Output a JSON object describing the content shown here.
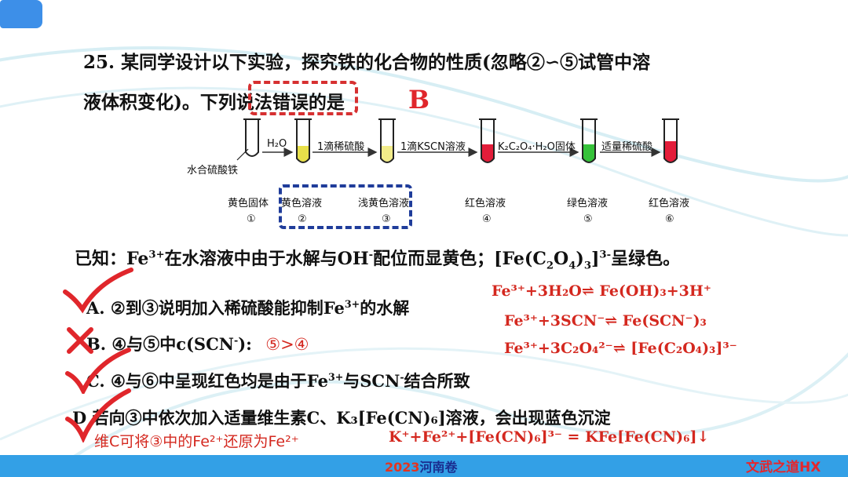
{
  "question": {
    "line1": "25. 某同学设计以下实验，探究铁的化合物的性质(忽略②∽⑤试管中溶",
    "line2": "液体积变化)。下列说法错误的是",
    "answer": "B"
  },
  "diagram": {
    "start_label": "水合硫酸铁",
    "arrows": [
      "H₂O",
      "1滴稀硫酸",
      "1滴KSCN溶液",
      "K₂C₂O₄·H₂O固体",
      "适量稀硫酸"
    ],
    "tubes": [
      {
        "color_label": "黄色固体",
        "num": "①",
        "fill": "none"
      },
      {
        "color_label": "黄色溶液",
        "num": "②",
        "fill": "#e8e04a"
      },
      {
        "color_label": "浅黄色溶液",
        "num": "③",
        "fill": "#f2ec8a"
      },
      {
        "color_label": "红色溶液",
        "num": "④",
        "fill": "#e31d3a"
      },
      {
        "color_label": "绿色溶液",
        "num": "⑤",
        "fill": "#36c23a"
      },
      {
        "color_label": "红色溶液",
        "num": "⑥",
        "fill": "#e31d3a"
      }
    ]
  },
  "known": {
    "prefix": "已知：Fe",
    "sup1": "3+",
    "mid1": "在水溶液中由于水解与OH",
    "sup2": "-",
    "mid2": "配位而显黄色；[Fe(C",
    "sub1": "2",
    "mid3": "O",
    "sub2": "4",
    "mid4": ")",
    "sub3": "3",
    "mid5": "]",
    "sup3": "3-",
    "suffix": "呈绿色。"
  },
  "options": {
    "A": {
      "letter": "A",
      "text_a": "②到③说明加入稀硫酸能抑制Fe",
      "sup": "3+",
      "text_b": "的水解"
    },
    "B": {
      "letter": "B",
      "text_a": "④与⑤中c(SCN",
      "sup": "-",
      "text_b": "):",
      "note": "⑤>④"
    },
    "C": {
      "letter": "C",
      "text_a": "④与⑥中呈现红色均是由于Fe",
      "sup1": "3+",
      "text_b": "与SCN",
      "sup2": "-",
      "text_c": "结合所致"
    },
    "D": {
      "letter": "D",
      "text": "若向③中依次加入适量维生素C、K₃[Fe(CN)₆]溶液，会出现蓝色沉淀"
    }
  },
  "equations": {
    "eq1": "Fe³⁺+3H₂O⇌ Fe(OH)₃+3H⁺",
    "eq2": "Fe³⁺+3SCN⁻⇌ Fe(SCN⁻)₃",
    "eq3": "Fe³⁺+3C₂O₄²⁻⇌ [Fe(C₂O₄)₃]³⁻",
    "bottom_note": "维C可将③中的Fe²⁺还原为Fe²⁺",
    "bottom_eq": "K⁺+Fe²⁺+[Fe(CN)₆]³⁻ = KFe[Fe(CN)₆]↓"
  },
  "footer": {
    "year": "2023",
    "label": "河南卷",
    "brand": "文武之道HX"
  },
  "colors": {
    "annotation_red": "#d4281f",
    "footer_blue": "#33a0e6",
    "dashed_blue": "#1f3c9a"
  }
}
